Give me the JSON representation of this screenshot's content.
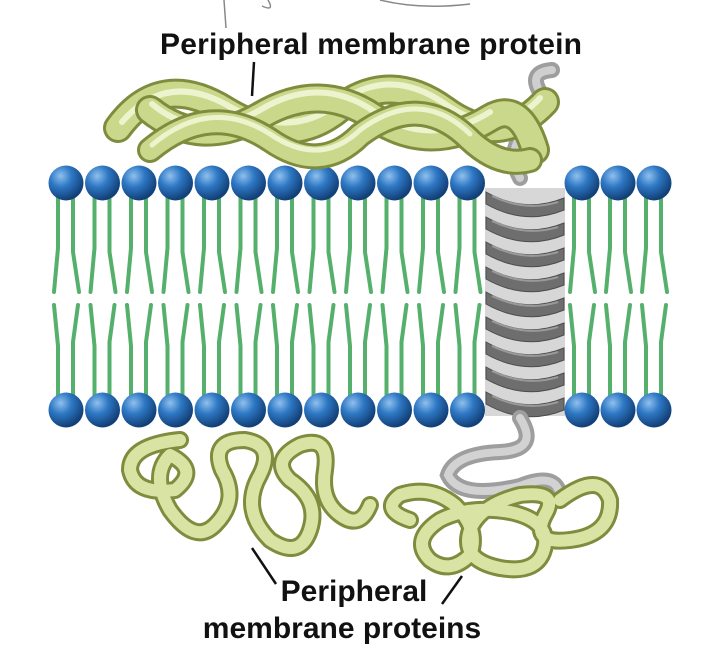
{
  "labels": {
    "top": "Peripheral membrane protein",
    "bottom_line1": "Peripheral",
    "bottom_line2": "membrane proteins"
  },
  "colors": {
    "lipid_head": "#1f63ad",
    "lipid_tail": "#55b06c",
    "peripheral_protein": "#c9d88a",
    "peripheral_protein_outline": "#7f8c3d",
    "integral_protein": "#6e6e6e",
    "integral_protein_light": "#bdbdbd"
  }
}
